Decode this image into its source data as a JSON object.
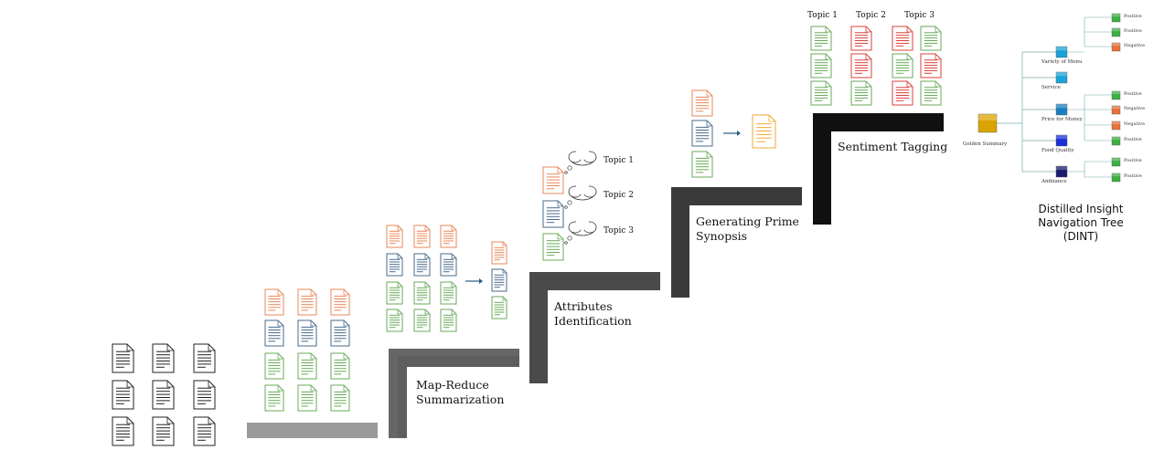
{
  "steps": {
    "map_reduce": "Map-Reduce Summarization",
    "map_reduce_l1": "Map-Reduce",
    "map_reduce_l2": "Summarization",
    "attributes_l1": "Attributes",
    "attributes_l2": "Identification",
    "prime_l1": "Generating Prime",
    "prime_l2": "Synopsis",
    "sentiment": "Sentiment Tagging"
  },
  "topics": [
    "Topic 1",
    "Topic 2",
    "Topic 3"
  ],
  "dint": {
    "line1": "Distilled Insight",
    "line2": "Navigation Tree",
    "line3": "(DINT)"
  },
  "tree": {
    "root": "Golden Summary",
    "nodes": [
      {
        "label": "Variety of Menu",
        "color": "#1aa3d9",
        "leaves": [
          {
            "label": "Positive",
            "color": "#3cb043"
          },
          {
            "label": "Positive",
            "color": "#3cb043"
          },
          {
            "label": "Negative",
            "color": "#e8713a"
          }
        ]
      },
      {
        "label": "Service",
        "color": "#1aa3d9",
        "leaves": []
      },
      {
        "label": "Price for Money",
        "color": "#1a7fc0",
        "leaves": [
          {
            "label": "Positive",
            "color": "#3cb043"
          },
          {
            "label": "Negative",
            "color": "#e8713a"
          },
          {
            "label": "Negative",
            "color": "#e8713a"
          },
          {
            "label": "Positive",
            "color": "#3cb043"
          }
        ]
      },
      {
        "label": "Food Quality",
        "color": "#1a2fd9",
        "leaves": []
      },
      {
        "label": "Ambiance",
        "color": "#1a1a70",
        "leaves": [
          {
            "label": "Positive",
            "color": "#3cb043"
          },
          {
            "label": "Positive",
            "color": "#3cb043"
          }
        ]
      }
    ]
  },
  "colors": {
    "orange": "#e8875a",
    "blue": "#4a6b8a",
    "green": "#6aaa5a",
    "red": "#d9403a",
    "yellow": "#f0a830",
    "gray": "#444444"
  }
}
